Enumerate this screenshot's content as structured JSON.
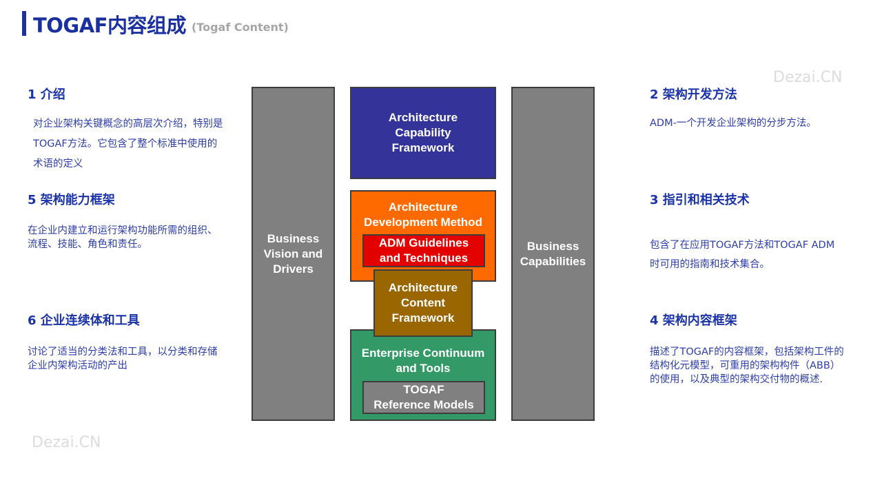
{
  "header": {
    "title": "TOGAF内容组成",
    "subtitle": "(Togaf Content)"
  },
  "watermarks": [
    "Dezai.CN",
    "Dezai.CN"
  ],
  "sections": {
    "s1": {
      "title": "1 介绍",
      "body": "对企业架构关键概念的高层次介绍，特别是TOGAF方法。它包含了整个标准中使用的术语的定义"
    },
    "s5": {
      "title": "5 架构能力框架",
      "body": "在企业内建立和运行架构功能所需的组织、流程、技能、角色和责任。"
    },
    "s6": {
      "title": "6 企业连续体和工具",
      "body": "讨论了适当的分类法和工具，以分类和存储企业内架构活动的产出"
    },
    "s2": {
      "title": "2 架构开发方法",
      "body": "ADM-一个开发企业架构的分步方法。"
    },
    "s3": {
      "title": "3 指引和相关技术",
      "body": "包含了在应用TOGAF方法和TOGAF ADM时可用的指南和技术集合。"
    },
    "s4": {
      "title": "4 架构内容框架",
      "body": "描述了TOGAF的内容框架，包括架构工件的结构化元模型，可重用的架构构件（ABB）的使用，以及典型的架构交付物的概述."
    }
  },
  "diagram": {
    "left_pillar": "Business\nVision and\nDrivers",
    "right_pillar": "Business\nCapabilities",
    "capability": "Architecture\nCapability\nFramework",
    "adm": "Architecture\nDevelopment Method",
    "adm_guidelines": "ADM Guidelines\nand Techniques",
    "content": "Architecture\nContent\nFramework",
    "continuum": "Enterprise Continuum\nand Tools",
    "reference_models": "TOGAF\nReference Models",
    "colors": {
      "pillar": "#808080",
      "capability": "#33339a",
      "adm": "#ff6a00",
      "guidelines": "#e30000",
      "content": "#996600",
      "continuum": "#339966",
      "reference": "#808080"
    }
  }
}
